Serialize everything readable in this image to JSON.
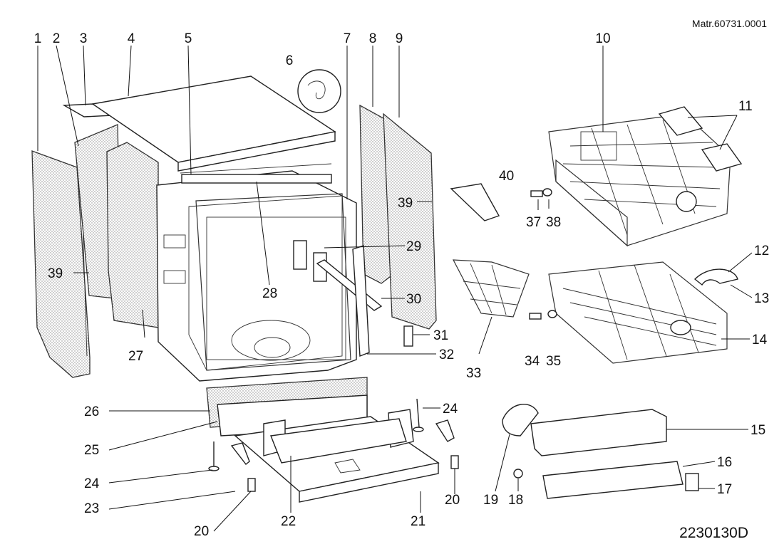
{
  "header": {
    "material_number": "Matr.60731.0001"
  },
  "drawing_code": "2230130D",
  "labels": [
    "1",
    "2",
    "3",
    "4",
    "5",
    "6",
    "7",
    "8",
    "9",
    "10",
    "11",
    "39",
    "40",
    "37",
    "38",
    "29",
    "12",
    "13",
    "28",
    "30",
    "14",
    "27",
    "31",
    "32",
    "33",
    "34",
    "35",
    "26",
    "24",
    "15",
    "25",
    "16",
    "17",
    "20",
    "19",
    "18",
    "21",
    "22",
    "23"
  ]
}
